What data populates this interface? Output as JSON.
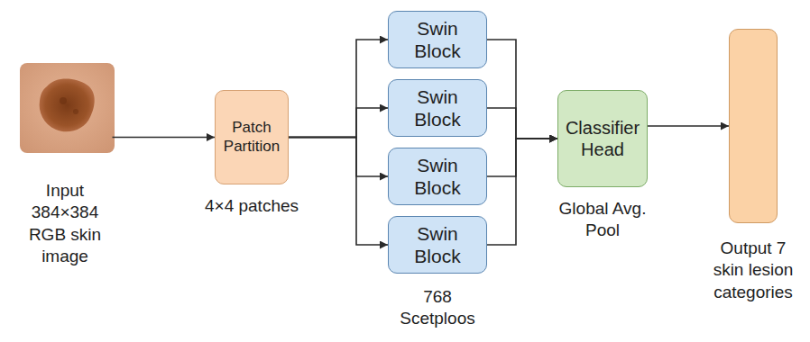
{
  "diagram": {
    "nodes": [
      {
        "text": [
          "Input 384×384 RGB skin image"
        ]
      },
      {
        "text": [
          "Patch Partition",
          "4×4 patches"
        ]
      },
      {
        "text": [
          "Swin Block"
        ]
      },
      {
        "text": [
          "Swin Block"
        ]
      },
      {
        "text": [
          "Swin Block"
        ]
      },
      {
        "text": [
          "Swin Block"
        ]
      },
      {
        "text": [
          "Classifier Head",
          "Global Avg. Pool"
        ]
      },
      {
        "text": [
          "Output 7 skin lesion categories"
        ]
      }
    ],
    "edges": [
      {
        "from": 0,
        "to": 1,
        "arrow": "to"
      },
      {
        "from": 1,
        "to": 2,
        "arrow": "to"
      },
      {
        "from": 1,
        "to": 3,
        "arrow": "to"
      },
      {
        "from": 1,
        "to": 4,
        "arrow": "to"
      },
      {
        "from": 1,
        "to": 5,
        "arrow": "to"
      },
      {
        "from": 2,
        "to": 6,
        "arrow": "to"
      },
      {
        "from": 3,
        "to": 6,
        "arrow": "to"
      },
      {
        "from": 4,
        "to": 6,
        "arrow": "to"
      },
      {
        "from": 5,
        "to": 6,
        "arrow": "to"
      },
      {
        "from": 6,
        "to": 7,
        "arrow": "to"
      }
    ],
    "labels": [
      "768 Scetploos"
    ]
  }
}
